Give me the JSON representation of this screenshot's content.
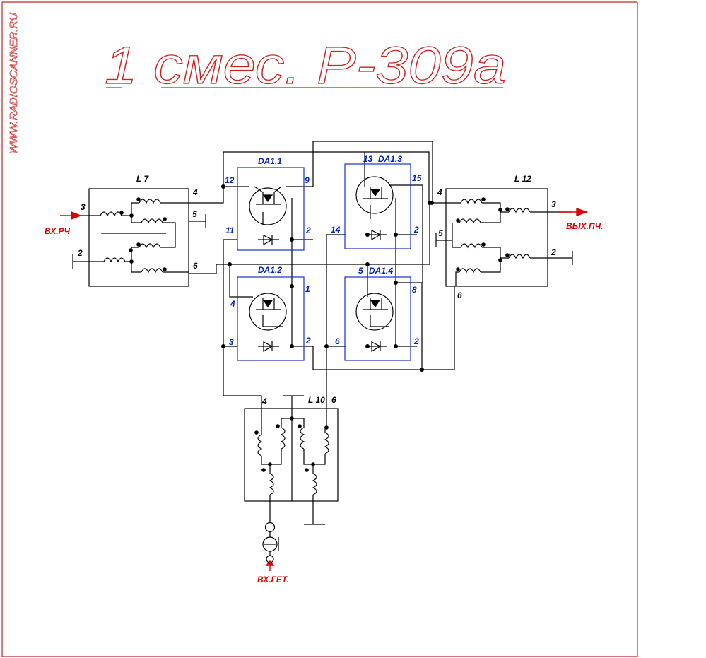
{
  "title": "1 смес. Р-309а",
  "watermark": "WWW.RADIOSCANNER.RU",
  "colors": {
    "frame": "#cc2222",
    "wire": "#000000",
    "ic": "#1a2fd0",
    "signal": "#e00000"
  },
  "transformers": {
    "l7": {
      "name": "L 7",
      "pins": {
        "p3": "3",
        "p2": "2",
        "p4": "4",
        "p5": "5",
        "p6": "6"
      }
    },
    "l12": {
      "name": "L 12",
      "pins": {
        "p4": "4",
        "p5": "5",
        "p6": "6",
        "p3": "3",
        "p2": "2"
      }
    },
    "l10": {
      "name": "L 10",
      "pins": {
        "p4": "4",
        "p6": "6"
      }
    }
  },
  "ics": {
    "da11": {
      "name": "DA1.1",
      "pins": {
        "a": "12",
        "b": "9",
        "c": "11",
        "d": "2"
      }
    },
    "da12": {
      "name": "DA1.2",
      "pins": {
        "a": "4",
        "b": "1",
        "c": "3",
        "d": "2"
      }
    },
    "da13": {
      "name": "DA1.3",
      "pins": {
        "a": "13",
        "b": "15",
        "c": "14",
        "d": "2"
      }
    },
    "da14": {
      "name": "DA1.4",
      "pins": {
        "a": "5",
        "b": "8",
        "c": "6",
        "d": "2"
      }
    }
  },
  "signals": {
    "rf_in": "ВХ.РЧ",
    "if_out": "ВЫХ.ПЧ.",
    "lo_in": "ВХ.ГЕТ."
  }
}
